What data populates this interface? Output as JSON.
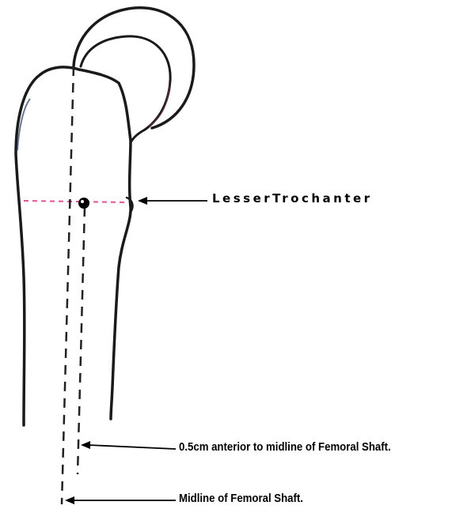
{
  "labels": {
    "lesser_trochanter": "LesserTrochanter",
    "anterior_offset": "0.5cm  anterior to midline of Femoral Shaft.",
    "midline": "Midline of Femoral Shaft."
  },
  "colors": {
    "outline": "#1a1a1a",
    "level_line": "#e0559a",
    "arrow": "#000000",
    "background": "#ffffff"
  }
}
